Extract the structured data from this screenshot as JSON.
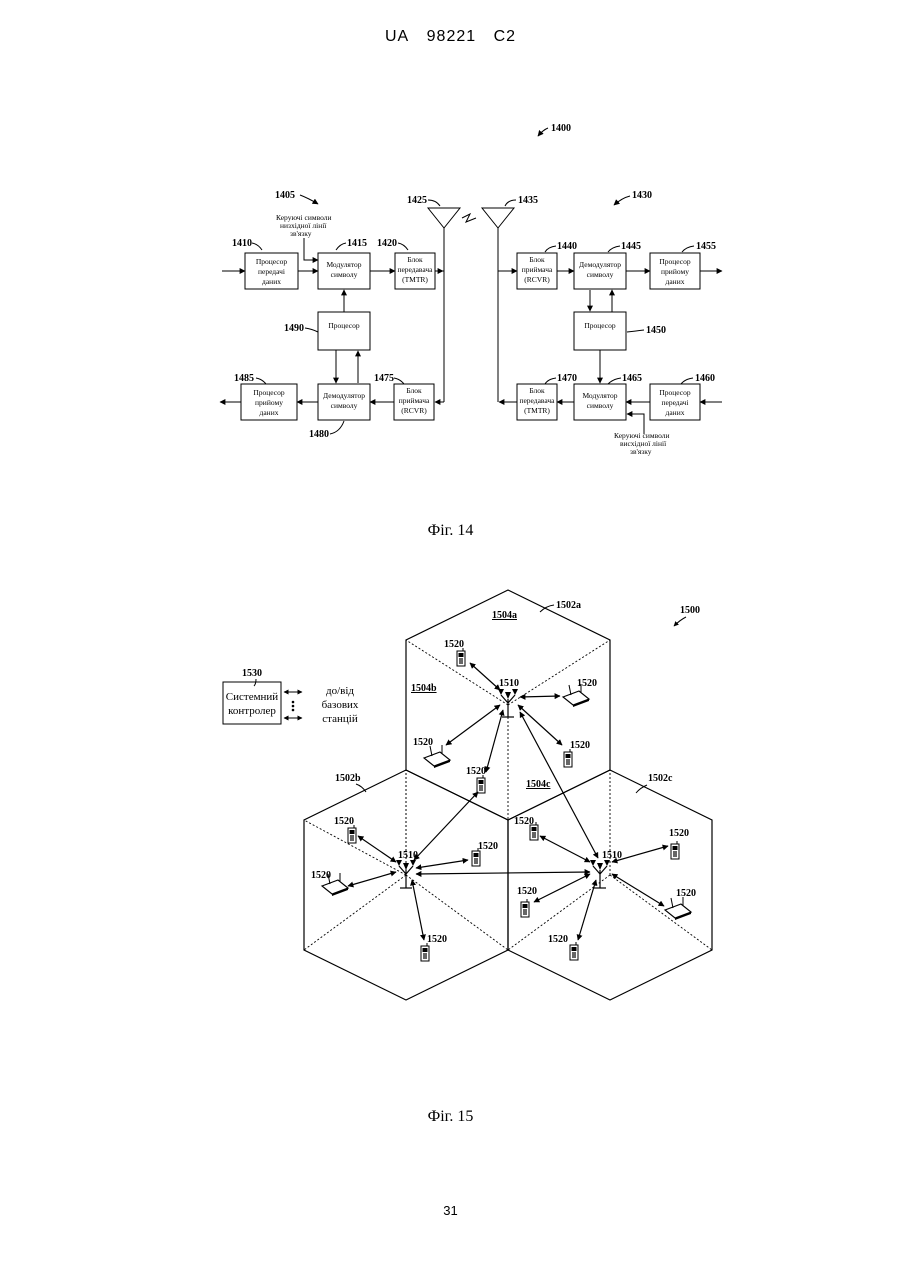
{
  "header": {
    "doc": "UA",
    "number": "98221",
    "kind": "C2"
  },
  "page_number": "31",
  "fig14": {
    "caption": "Фіг. 14",
    "refs": {
      "r1400": "1400",
      "r1405": "1405",
      "r1410": "1410",
      "r1415": "1415",
      "r1420": "1420",
      "r1425": "1425",
      "r1430": "1430",
      "r1435": "1435",
      "r1440": "1440",
      "r1445": "1445",
      "r1450": "1450",
      "r1455": "1455",
      "r1460": "1460",
      "r1465": "1465",
      "r1470": "1470",
      "r1475": "1475",
      "r1480": "1480",
      "r1485": "1485",
      "r1490": "1490"
    },
    "ctrl_dl": [
      "Керуючі символи",
      "низхідної лінії",
      "зв'язку"
    ],
    "ctrl_ul": [
      "Керуючі символи",
      "висхідної лінії",
      "зв'язку"
    ],
    "boxes": {
      "tx_proc_a": [
        "Процесор",
        "передачі",
        "даних"
      ],
      "mod_a": [
        "Модулятор",
        "символу"
      ],
      "tmtr_a": [
        "Блок",
        "передавача",
        "(TMTR)"
      ],
      "proc_a": [
        "Процесор"
      ],
      "rx_proc_a": [
        "Процесор",
        "прийому",
        "даних"
      ],
      "demod_a": [
        "Демодулятор",
        "символу"
      ],
      "rcvr_a": [
        "Блок",
        "приймача",
        "(RCVR)"
      ],
      "rcvr_b": [
        "Блок",
        "приймача",
        "(RCVR)"
      ],
      "demod_b": [
        "Демодулятор",
        "символу"
      ],
      "rx_proc_b": [
        "Процесор",
        "прийому",
        "даних"
      ],
      "proc_b": [
        "Процесор"
      ],
      "tmtr_b": [
        "Блок",
        "передавача",
        "(TMTR)"
      ],
      "mod_b": [
        "Модулятор",
        "символу"
      ],
      "tx_proc_b": [
        "Процесор",
        "передачі",
        "даних"
      ]
    }
  },
  "fig15": {
    "caption": "Фіг. 15",
    "system_ref": "1500",
    "controller_ref": "1530",
    "controller_label": [
      "Системний",
      "контролер"
    ],
    "to_from_label": [
      "до/від",
      "базових",
      "станцій"
    ],
    "cells": {
      "a": "1502a",
      "b": "1502b",
      "c": "1502c"
    },
    "sectors": {
      "a": "1504a",
      "b": "1504b",
      "c": "1504c"
    },
    "base_station_ref": "1510",
    "terminal_ref": "1520"
  }
}
